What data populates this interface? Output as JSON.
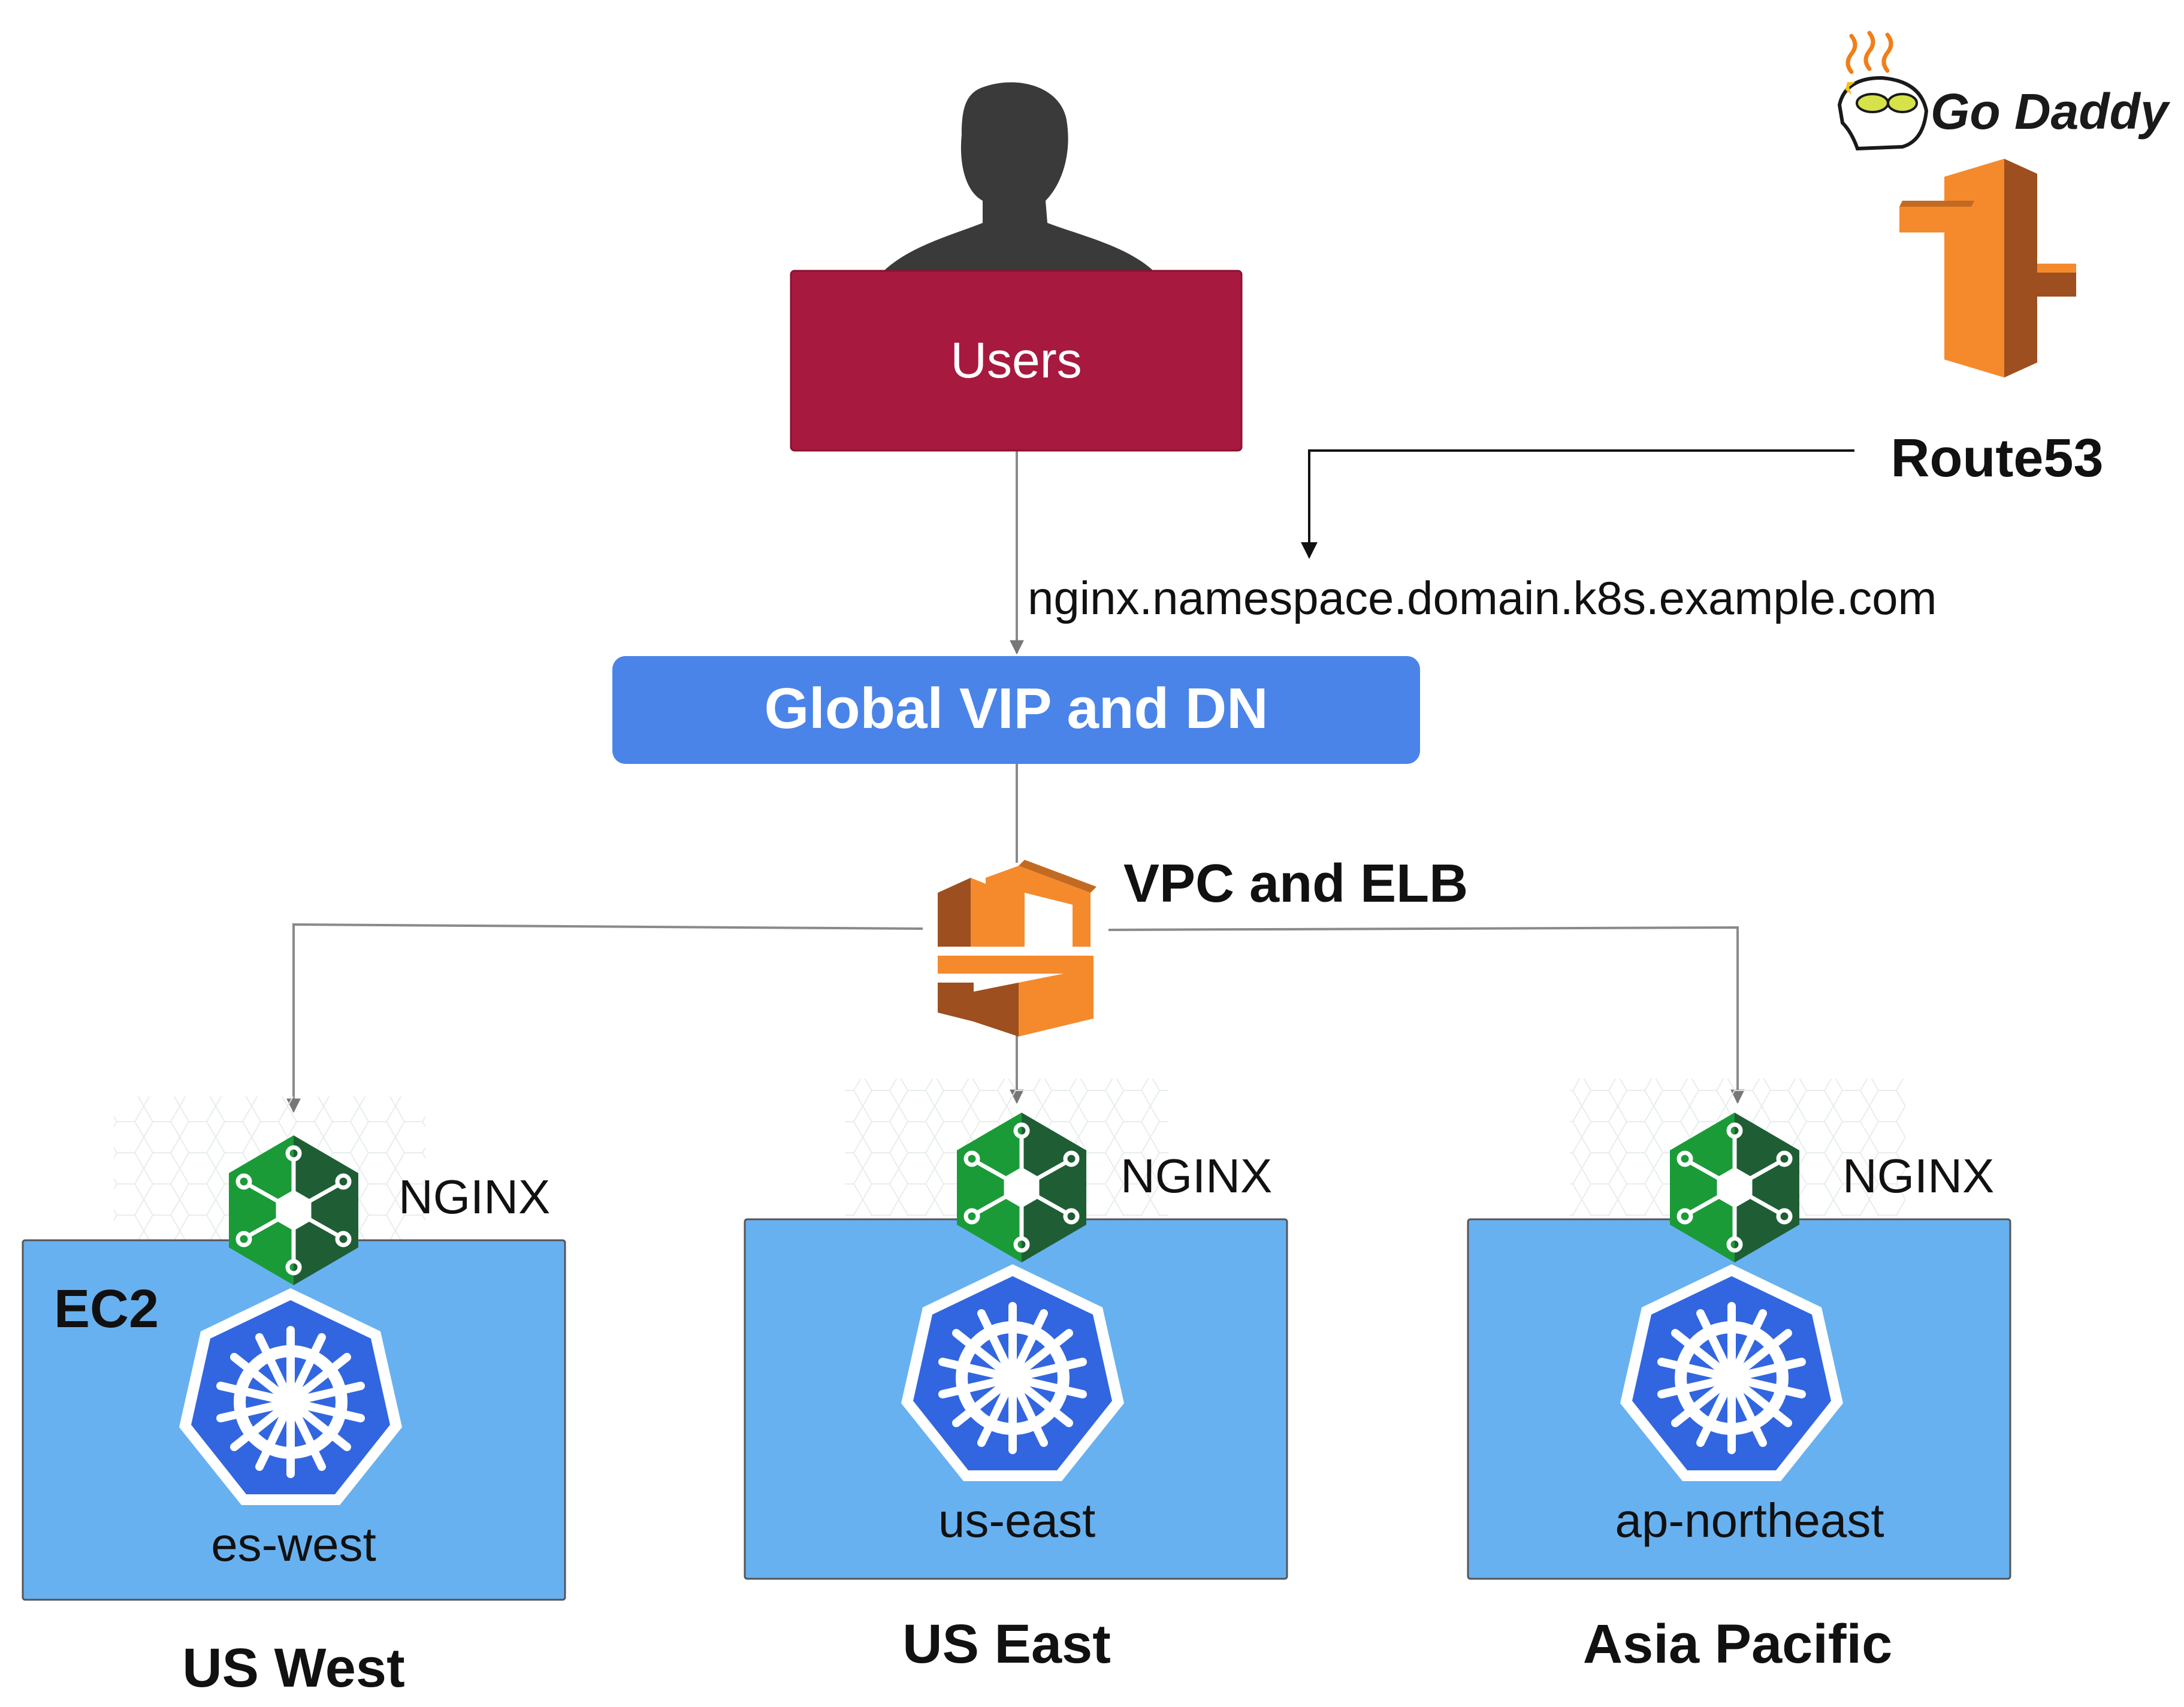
{
  "users": {
    "label": "Users"
  },
  "route53": {
    "label": "Route53",
    "brand_text": "Go Daddy"
  },
  "dns": {
    "name": "nginx.namespace.domain.k8s.example.com"
  },
  "global_vip": {
    "label": "Global VIP and DN"
  },
  "vpc": {
    "label": "VPC and ELB"
  },
  "ec2": {
    "label": "EC2"
  },
  "regions": [
    {
      "cluster": "es-west",
      "proxy": "NGINX",
      "name": "US West"
    },
    {
      "cluster": "us-east",
      "proxy": "NGINX",
      "name": "US East"
    },
    {
      "cluster": "ap-northeast",
      "proxy": "NGINX",
      "name": "Asia Pacific"
    }
  ],
  "colors": {
    "users_box": "#a8193f",
    "global_box": "#4a84e8",
    "region_box": "#68b1f0",
    "k8s_blue": "#3266e0",
    "nginx_green": "#1e8a3c",
    "aws_orange": "#f58a2c",
    "aws_dark": "#9d4f1f"
  }
}
